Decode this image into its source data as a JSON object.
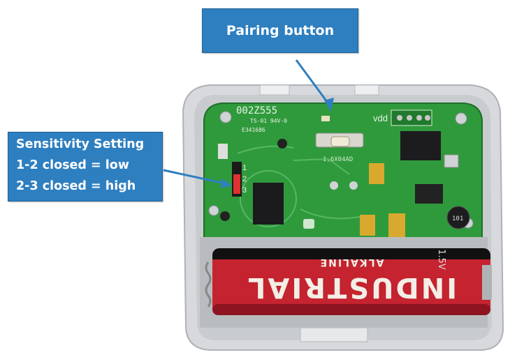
{
  "callouts": {
    "pairing": "Pairing button",
    "sensitivity": {
      "title": "Sensitivity Setting",
      "line1": "1-2 closed = low",
      "line2": "2-3 closed = high"
    }
  },
  "board": {
    "model": "002Z555",
    "ul_mark": "TS-01 94V-0",
    "serial": "E341686",
    "vdd_label": "vdd",
    "jumper_pins": [
      "1",
      "2",
      "3"
    ],
    "switch_text": "1,6X04AD",
    "inductor_text": "101"
  },
  "battery": {
    "brand": "INDUSTRIAL",
    "type": "ALKALINE",
    "voltage": "1.5V"
  },
  "colors": {
    "callout_blue": "#2e7fc0",
    "pcb_green": "#2f9a3c",
    "case_gray": "#d9dbdd",
    "battery_red": "#c4232f"
  }
}
